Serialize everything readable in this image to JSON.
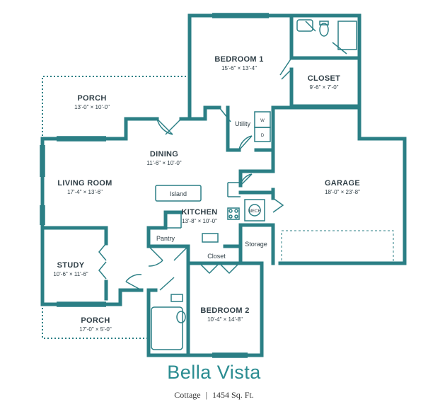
{
  "plan": {
    "wall_color": "#2b7f85",
    "title": "Bella Vista",
    "subtitle": {
      "type": "Cottage",
      "separator": "|",
      "area": "1454 Sq. Ft."
    },
    "rooms": {
      "bedroom1": {
        "name": "BEDROOM 1",
        "dims": "15'-6\" × 13'-4\""
      },
      "closet_main": {
        "name": "CLOSET",
        "dims": "9'-6\" × 7'-0\""
      },
      "porch_rear": {
        "name": "PORCH",
        "dims": "13'-0\" × 10'-0\""
      },
      "dining": {
        "name": "DINING",
        "dims": "11'-6\" × 10'-0\""
      },
      "living": {
        "name": "LIVING ROOM",
        "dims": "17'-4\" × 13'-6\""
      },
      "garage": {
        "name": "GARAGE",
        "dims": "18'-0\" × 23'-8\""
      },
      "kitchen": {
        "name": "KITCHEN",
        "dims": "13'-8\" × 10'-0\""
      },
      "study": {
        "name": "STUDY",
        "dims": "10'-6\" × 11'-6\""
      },
      "bedroom2": {
        "name": "BEDROOM 2",
        "dims": "10'-4\" × 14'-8\""
      },
      "porch_front": {
        "name": "PORCH",
        "dims": "17'-0\" × 5'-0\""
      }
    },
    "labels": {
      "utility": "Utility",
      "island": "Island",
      "pantry": "Pantry",
      "closet_hall": "Closet",
      "storage": "Storage",
      "mech": "MECH",
      "washer": "W",
      "dryer": "D"
    }
  }
}
